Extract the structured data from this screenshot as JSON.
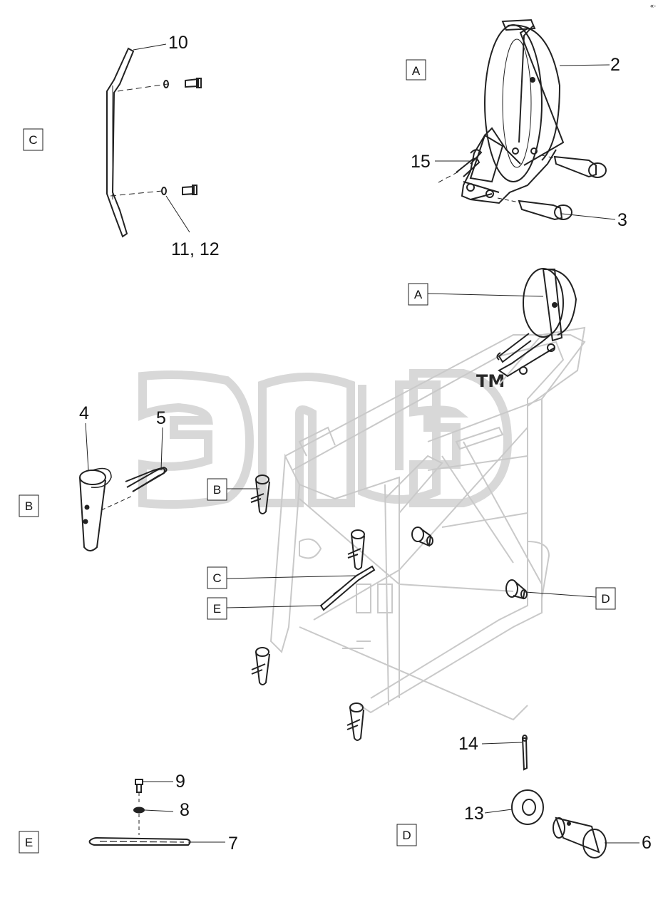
{
  "watermark": {
    "text": "эпцэ",
    "tm": "TM"
  },
  "view_labels": {
    "A_top": "A",
    "A_main": "A",
    "B_main": "B",
    "B_detail": "B",
    "C_main": "C",
    "C_detail": "C",
    "D_main": "D",
    "D_detail": "D",
    "E_main": "E",
    "E_detail": "E"
  },
  "callouts": {
    "c2": "2",
    "c3": "3",
    "c4": "4",
    "c5": "5",
    "c6": "6",
    "c7": "7",
    "c8": "8",
    "c9": "9",
    "c10": "10",
    "c11_12": "11, 12",
    "c13": "13",
    "c14": "14",
    "c15": "15"
  },
  "colors": {
    "line": "#222222",
    "frame": "#c9c9c9",
    "watermark": "#d9d9d9"
  }
}
